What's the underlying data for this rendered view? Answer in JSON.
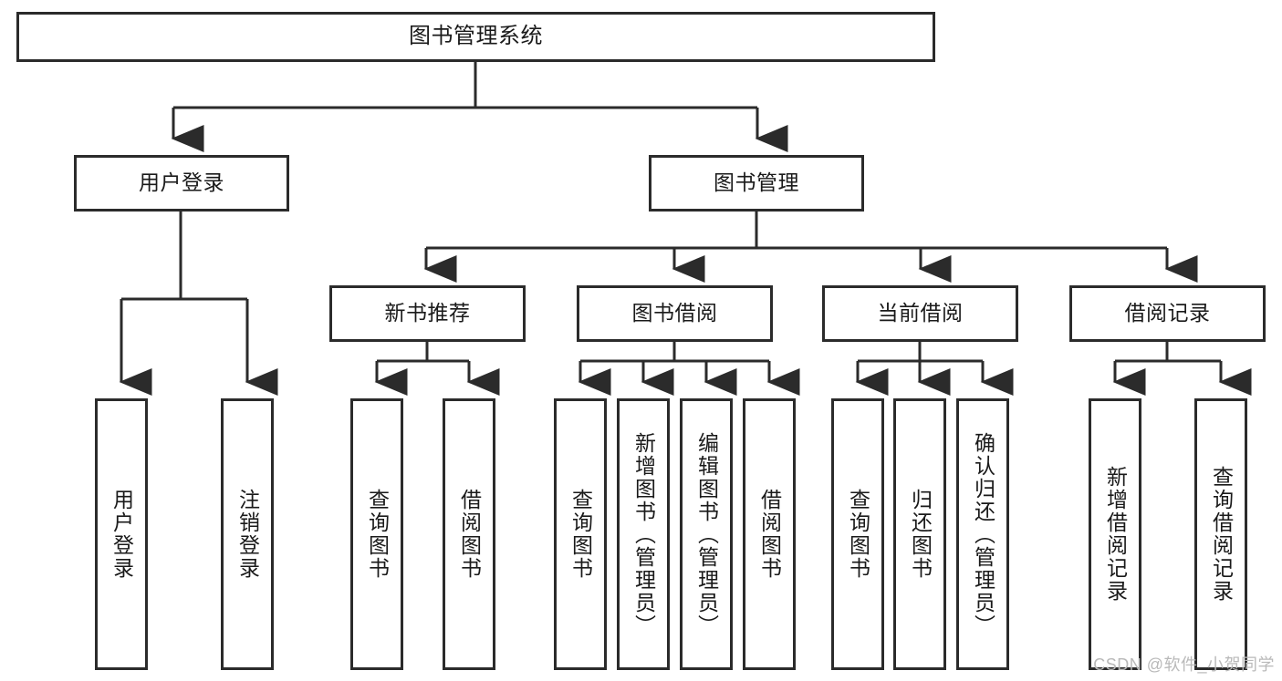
{
  "diagram": {
    "title": "图书管理系统",
    "type": "tree",
    "watermark": "CSDN @软件_小贺同学",
    "colors": {
      "box_border": "#2b2b2b",
      "box_fill": "#ffffff",
      "connector": "#2b2b2b",
      "text": "#1a1a1a",
      "watermark": "#b9b9b9",
      "background": "#ffffff"
    },
    "nodes": {
      "root": {
        "label": "图书管理系统"
      },
      "level2": [
        {
          "id": "user-login",
          "label": "用户登录"
        },
        {
          "id": "book-manage",
          "label": "图书管理"
        }
      ],
      "level3": [
        {
          "id": "new-book-recommend",
          "label": "新书推荐"
        },
        {
          "id": "book-borrow",
          "label": "图书借阅"
        },
        {
          "id": "current-borrow",
          "label": "当前借阅"
        },
        {
          "id": "borrow-record",
          "label": "借阅记录"
        }
      ],
      "leaves": {
        "user-login": [
          {
            "id": "leaf-user-login",
            "label": "用户登录"
          },
          {
            "id": "leaf-user-logout",
            "label": "注销登录"
          }
        ],
        "new-book-recommend": [
          {
            "id": "leaf-query-book-1",
            "label": "查询图书"
          },
          {
            "id": "leaf-borrow-book-1",
            "label": "借阅图书"
          }
        ],
        "book-borrow": [
          {
            "id": "leaf-query-book-2",
            "label": "查询图书"
          },
          {
            "id": "leaf-add-book",
            "label": "新增图书（管理员）"
          },
          {
            "id": "leaf-edit-book",
            "label": "编辑图书（管理员）"
          },
          {
            "id": "leaf-borrow-book-2",
            "label": "借阅图书"
          }
        ],
        "current-borrow": [
          {
            "id": "leaf-query-book-3",
            "label": "查询图书"
          },
          {
            "id": "leaf-return-book",
            "label": "归还图书"
          },
          {
            "id": "leaf-confirm-return",
            "label": "确认归还（管理员）"
          }
        ],
        "borrow-record": [
          {
            "id": "leaf-add-record",
            "label": "新增借阅记录"
          },
          {
            "id": "leaf-query-record",
            "label": "查询借阅记录"
          }
        ]
      }
    }
  }
}
